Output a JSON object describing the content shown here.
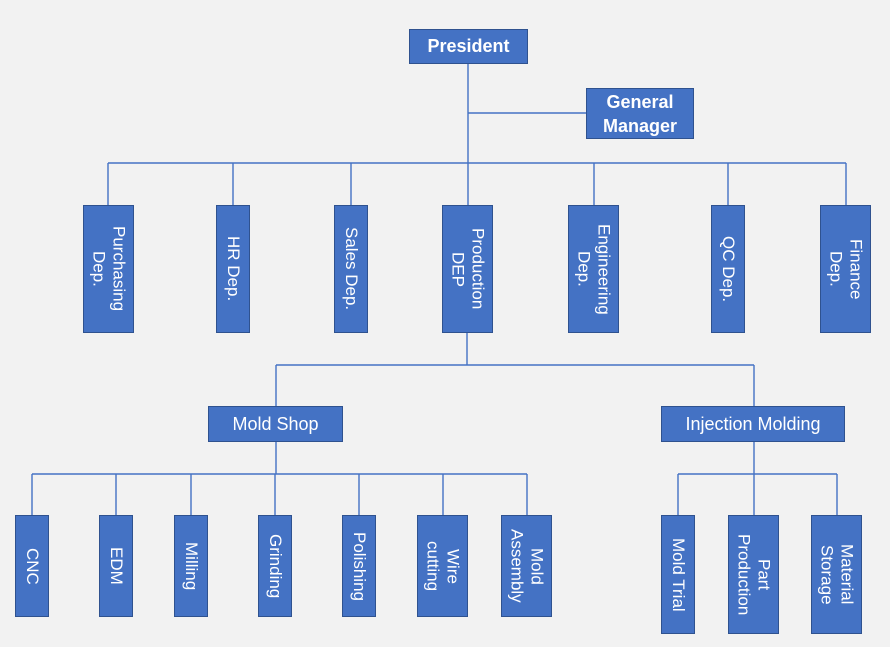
{
  "colors": {
    "box": "#4472c4",
    "line": "#4472c4",
    "text": "#ffffff",
    "background": "#f2f2f2"
  },
  "nodes": {
    "president": "President",
    "general_manager": "General\nManager",
    "purchasing": "Purchasing\nDep.",
    "hr": "HR Dep.",
    "sales": "Sales Dep.",
    "production": "Production\nDEP",
    "engineering": "Engineering\nDep.",
    "qc": "QC Dep.",
    "finance": "Finance\nDep.",
    "mold_shop": "Mold Shop",
    "injection_molding": "Injection Molding",
    "cnc": "CNC",
    "edm": "EDM",
    "milling": "Milling",
    "grinding": "Grinding",
    "polishing": "Polishing",
    "wire_cutting": "Wire\ncutting",
    "mold_assembly": "Mold\nAssembly",
    "mold_trial": "Mold Trial",
    "part_production": "Part\nProduction",
    "material_storage": "Material\nStorage"
  }
}
